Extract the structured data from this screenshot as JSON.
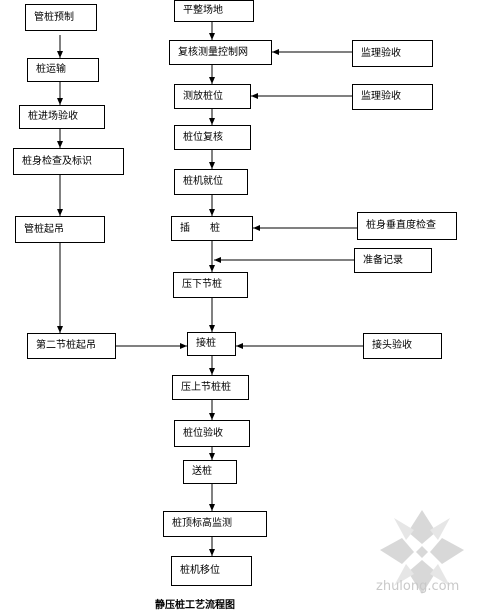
{
  "nodes": {
    "pipe_prefab": "管桩预制",
    "pile_transport": "桩运输",
    "pile_site_acceptance": "桩进场验收",
    "pile_body_check_mark": "桩身检查及标识",
    "pipe_lift": "管桩起吊",
    "second_section_lift": "第二节桩起吊",
    "site_leveling": "平整场地",
    "recheck_control_net": "复核测量控制网",
    "supervisor_accept_1": "监理验收",
    "survey_pile_position": "测放桩位",
    "supervisor_accept_2": "监理验收",
    "pile_position_recheck": "桩位复核",
    "pile_machine_in_place": "桩机就位",
    "insert_pile": "插　　桩",
    "pile_verticality_check": "桩身垂直度检查",
    "prepare_record": "准备记录",
    "press_lower_section": "压下节桩",
    "connect_pile": "接桩",
    "joint_acceptance": "接头验收",
    "press_upper_section": "压上节桩桩",
    "pile_position_acceptance": "桩位验收",
    "send_pile": "送桩",
    "pile_top_elevation_monitor": "桩顶标高监测",
    "pile_machine_move": "桩机移位"
  },
  "caption": "静压桩工艺流程图",
  "watermark": "zhulong.com"
}
